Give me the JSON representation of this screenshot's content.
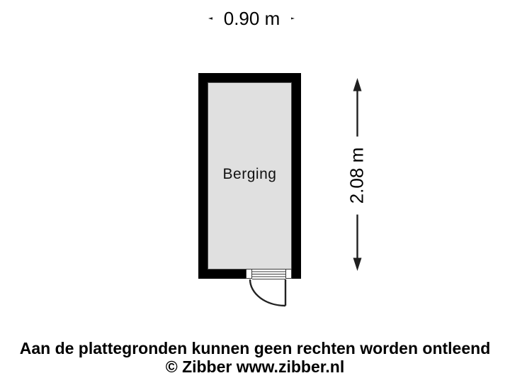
{
  "floorplan": {
    "room": {
      "label": "Berging"
    },
    "dimensions": {
      "width": {
        "label": "0.90 m"
      },
      "height": {
        "label": "2.08 m"
      }
    },
    "colors": {
      "wall": "#000000",
      "floor": "#e0e0e0",
      "floor_outline": "#4d4d4d",
      "door_stroke": "#222222",
      "label_background": "#ffffff",
      "text": "#000000"
    }
  },
  "footer": {
    "disclaimer": "Aan de plattegronden kunnen geen rechten worden ontleend",
    "copyright": "© Zibber www.zibber.nl"
  }
}
